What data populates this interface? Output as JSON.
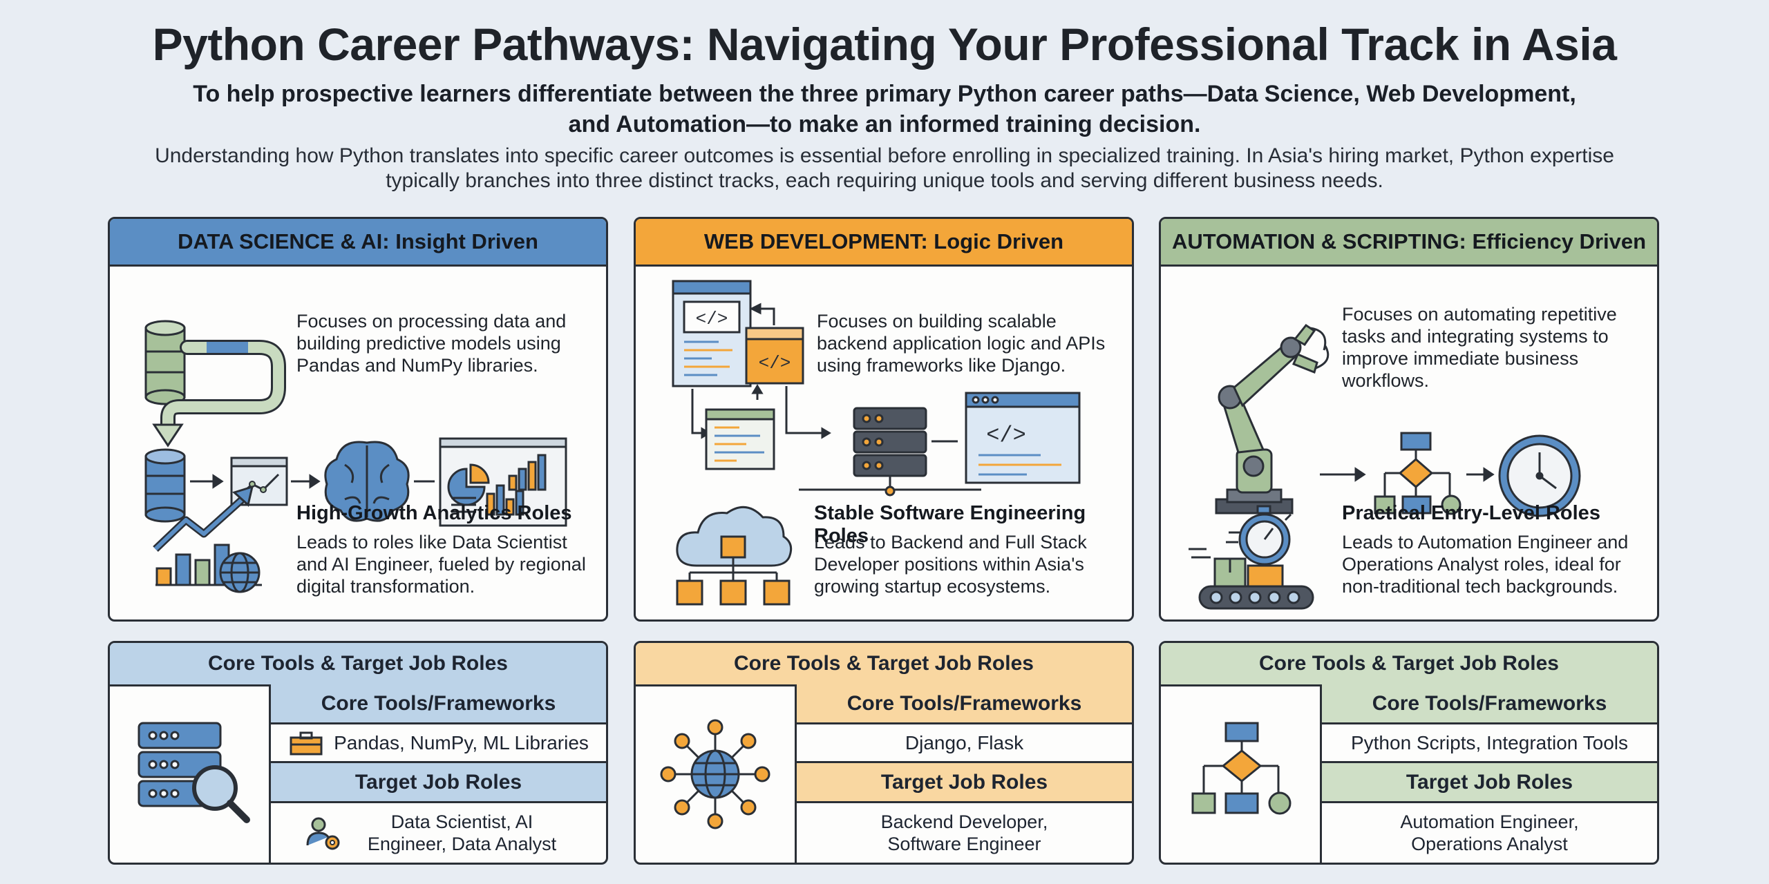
{
  "header": {
    "title": "Python Career Pathways: Navigating Your Professional Track in Asia",
    "subtitle": "To help prospective learners differentiate between the three primary Python career paths—Data Science, Web Development, and Automation—to make an informed training decision.",
    "intro": "Understanding how Python translates into specific career outcomes is essential before enrolling in specialized training. In Asia's hiring market, Python expertise typically branches into three distinct tracks, each requiring unique tools and serving different business needs."
  },
  "colors": {
    "blue": "#5b8ec4",
    "orange": "#f3a63a",
    "green": "#a7c19a",
    "dark": "#2a2f36"
  },
  "tracks": [
    {
      "title": "DATA SCIENCE & AI: Insight Driven",
      "description": "Focuses on processing data and building predictive models using Pandas and NumPy libraries.",
      "role_title": "High-Growth Analytics Roles",
      "role_desc": "Leads to roles like Data Scientist and AI Engineer, fueled by regional digital transformation.",
      "icons": [
        "database-icon",
        "line-chart-icon",
        "brain-icon",
        "dashboard-icon",
        "growth-chart-icon",
        "globe-icon"
      ]
    },
    {
      "title": "WEB DEVELOPMENT: Logic Driven",
      "description": "Focuses on building scalable backend application logic and APIs using frameworks like Django.",
      "role_title": "Stable Software Engineering Roles",
      "role_desc": "Leads to Backend and Full Stack Developer positions within Asia's growing startup ecosystems.",
      "icons": [
        "code-window-icon",
        "server-icon",
        "cloud-network-icon"
      ]
    },
    {
      "title": "AUTOMATION & SCRIPTING: Efficiency Driven",
      "description": "Focuses on automating repetitive tasks and integrating systems to improve immediate business workflows.",
      "role_title": "Practical Entry-Level Roles",
      "role_desc": "Leads to Automation Engineer and Operations Analyst roles, ideal for non-traditional tech backgrounds.",
      "icons": [
        "robot-arm-icon",
        "flowchart-icon",
        "clock-icon",
        "conveyor-belt-icon",
        "stopwatch-icon"
      ]
    }
  ],
  "tools": [
    {
      "heading": "Core Tools & Target Job Roles",
      "tools_label": "Core Tools/Frameworks",
      "tools_value": "Pandas, NumPy, ML Libraries",
      "roles_label": "Target Job Roles",
      "roles_value": "Data Scientist, AI Engineer, Data Analyst"
    },
    {
      "heading": "Core Tools & Target Job Roles",
      "tools_label": "Core Tools/Frameworks",
      "tools_value": "Django, Flask",
      "roles_label": "Target Job Roles",
      "roles_value": "Backend Developer, Software Engineer"
    },
    {
      "heading": "Core Tools & Target Job Roles",
      "tools_label": "Core Tools/Frameworks",
      "tools_value": "Python Scripts, Integration Tools",
      "roles_label": "Target Job Roles",
      "roles_value": "Automation Engineer, Operations Analyst"
    }
  ]
}
